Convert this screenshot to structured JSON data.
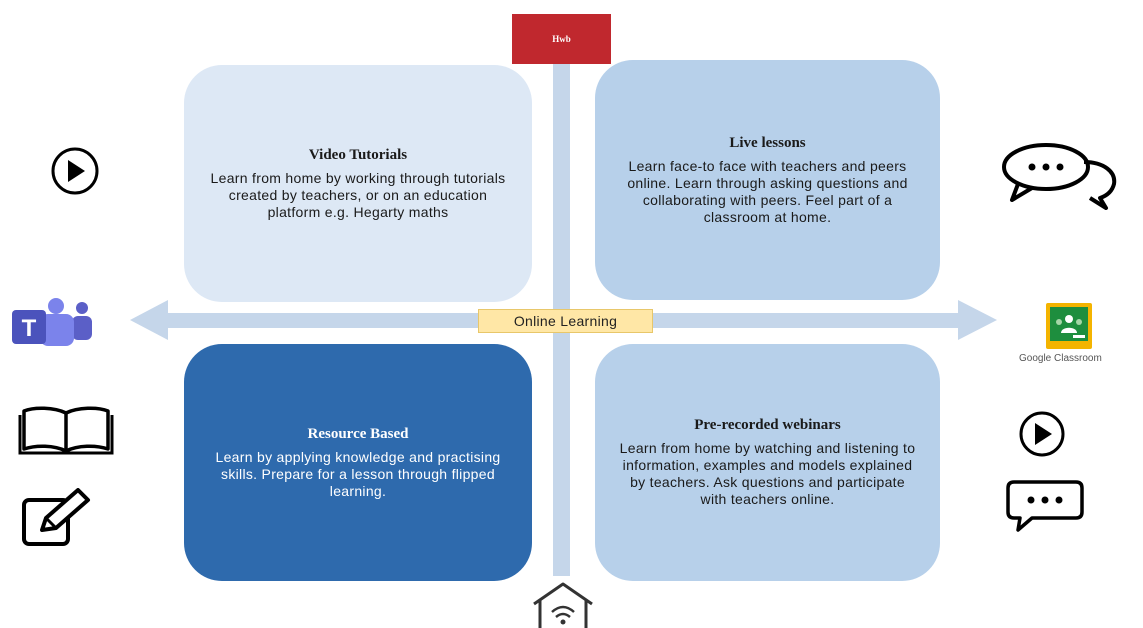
{
  "logo": {
    "text": "Hwb"
  },
  "center_label": "Online Learning",
  "quadrants": {
    "video": {
      "title": "Video Tutorials",
      "body": "Learn from home by working through tutorials created by teachers, or on an education platform e.g. Hegarty maths"
    },
    "live": {
      "title": "Live lessons",
      "body": "Learn face-to face with teachers and peers online. Learn through asking questions and collaborating with peers. Feel part of a classroom at home."
    },
    "resource": {
      "title": "Resource Based",
      "body": "Learn by applying knowledge and practising skills. Prepare for a lesson through flipped learning."
    },
    "webinar": {
      "title": "Pre-recorded webinars",
      "body": "Learn from home by watching and listening to information, examples and models explained by teachers. Ask questions and participate with teachers online."
    }
  },
  "icons": {
    "top_left": "play-icon",
    "top_right": "chat-bubbles-icon",
    "middle_left": "microsoft-teams-icon",
    "middle_right": "google-classroom-icon",
    "bottom_left_1": "open-book-icon",
    "bottom_left_2": "edit-pencil-icon",
    "bottom_right_1": "play-icon",
    "bottom_right_2": "message-dots-icon",
    "bottom_center": "smart-home-icon"
  },
  "google_classroom_label": "Google Classroom",
  "colors": {
    "axis": "#c5d6ea",
    "video_bg": "#dde8f5",
    "live_bg": "#b7d0ea",
    "resource_bg": "#2e6aad",
    "webinar_bg": "#b7d0ea",
    "label_bg": "#ffe7a6",
    "hwb_red": "#c0282e",
    "teams_purple": "#5b5fc7",
    "classroom_green": "#1e8e3e",
    "classroom_yellow": "#f4b400"
  }
}
